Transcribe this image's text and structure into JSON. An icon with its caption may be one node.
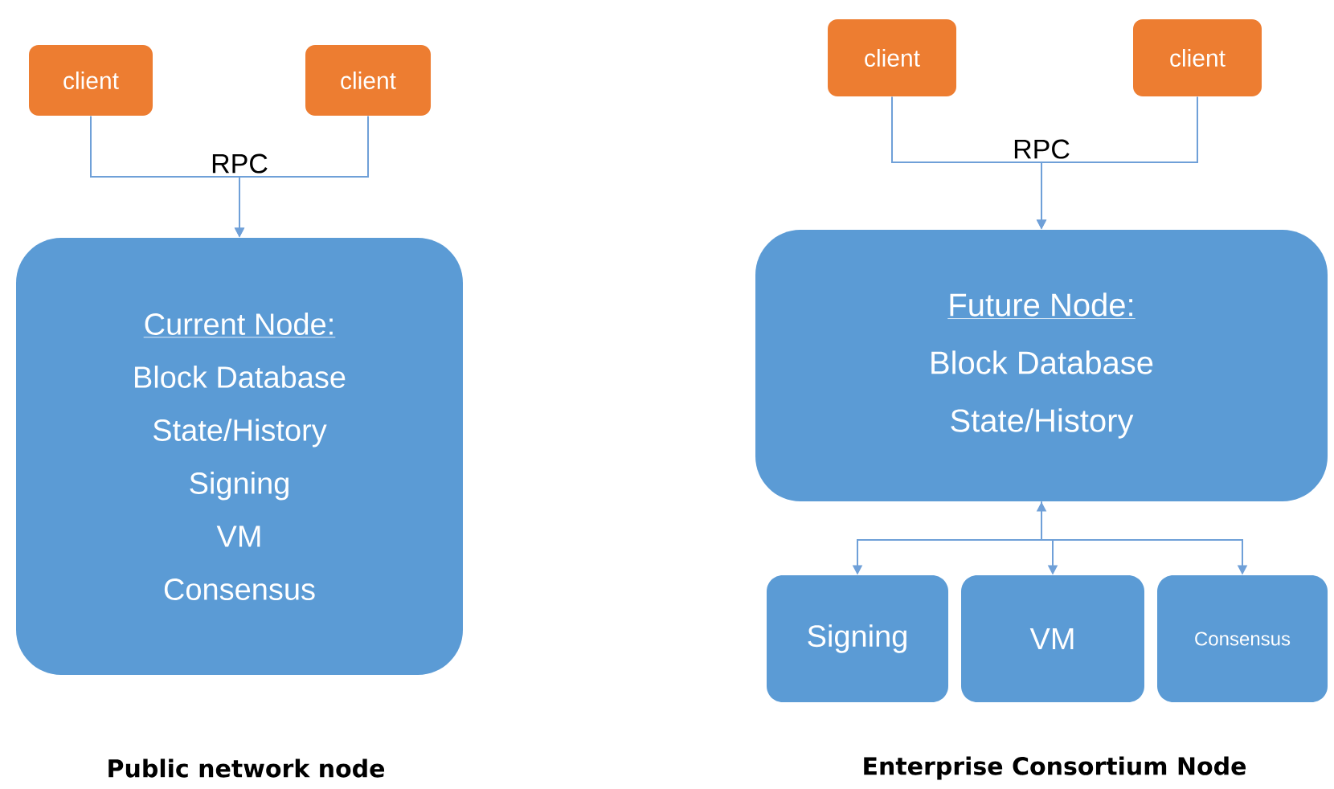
{
  "diagram": {
    "nodes": [
      {
        "text": [
          "client"
        ]
      },
      {
        "text": [
          "client"
        ]
      },
      {
        "text": [
          "Current Node:",
          "Block Database",
          "State/History",
          "Signing",
          "VM",
          "Consensus"
        ]
      },
      {
        "text": [
          "client"
        ]
      },
      {
        "text": [
          "client"
        ]
      },
      {
        "text": [
          "Future Node:",
          "Block Database",
          "State/History"
        ]
      },
      {
        "text": [
          "Signing"
        ]
      },
      {
        "text": [
          "VM"
        ]
      },
      {
        "text": [
          "Consensus"
        ]
      }
    ],
    "edges": [
      {
        "from": 0,
        "to": 2,
        "arrow": "to",
        "label": "RPC"
      },
      {
        "from": 1,
        "to": 2,
        "arrow": "to"
      },
      {
        "from": 3,
        "to": 5,
        "arrow": "to",
        "label": "RPC"
      },
      {
        "from": 4,
        "to": 5,
        "arrow": "to"
      },
      {
        "from": 5,
        "to": 6,
        "arrow": "both"
      },
      {
        "from": 5,
        "to": 7,
        "arrow": "to"
      },
      {
        "from": 5,
        "to": 8,
        "arrow": "to"
      }
    ],
    "labels": [
      "Public network node",
      "Enterprise Consortium Node"
    ]
  }
}
